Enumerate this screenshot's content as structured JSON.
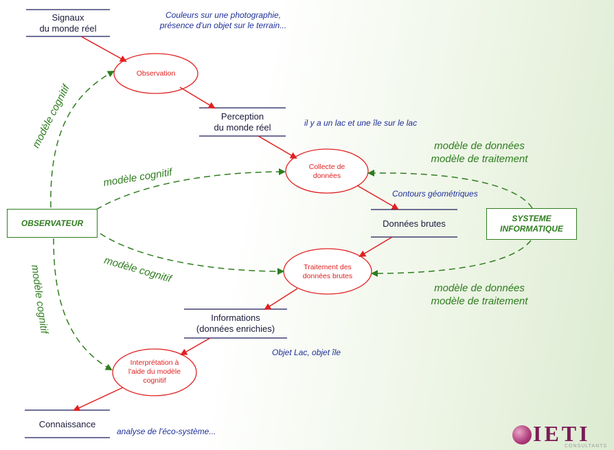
{
  "stores": {
    "signaux": [
      "Signaux",
      "du monde réel"
    ],
    "perception": [
      "Perception",
      "du monde réel"
    ],
    "donnees_brutes": "Données brutes",
    "informations": [
      "Informations",
      "(données enrichies)"
    ],
    "connaissance": "Connaissance"
  },
  "processes": {
    "observation": "Observation",
    "collecte": [
      "Collecte de",
      "données"
    ],
    "traitement": [
      "Traitement des",
      "données brutes"
    ],
    "interpretation": [
      "Interprétation à",
      "l'aide du modèle",
      "cognitif"
    ]
  },
  "actors": {
    "observateur": "OBSERVATEUR",
    "systeme": [
      "SYSTEME",
      "INFORMATIQUE"
    ]
  },
  "annotations": {
    "couleurs": [
      "Couleurs sur une photographie,",
      "présence d'un objet sur le terrain..."
    ],
    "lac": "il y a un lac et une île sur le lac",
    "contours": "Contours géométriques",
    "objet_lac": "Objet Lac, objet île",
    "analyse": "analyse de l'éco-système..."
  },
  "green_labels": {
    "modele_donnees_top": [
      "modèle de données",
      "modèle de traitement"
    ],
    "modele_donnees_bottom": [
      "modèle de données",
      "modèle de traitement"
    ],
    "cognitif_top_left": "modèle cognitif",
    "cognitif_mid_upper": "modèle cognitif",
    "cognitif_mid_lower": "modèle cognitif",
    "cognitif_bottom_left": "modèle cognitif"
  },
  "logo": {
    "text": "IETI",
    "sub": "CONSULTANTS"
  },
  "colors": {
    "process": "#e02020",
    "cognitive": "#2e7d1e",
    "store_line": "#1a1a5a",
    "annotation": "#1f2f9a"
  }
}
